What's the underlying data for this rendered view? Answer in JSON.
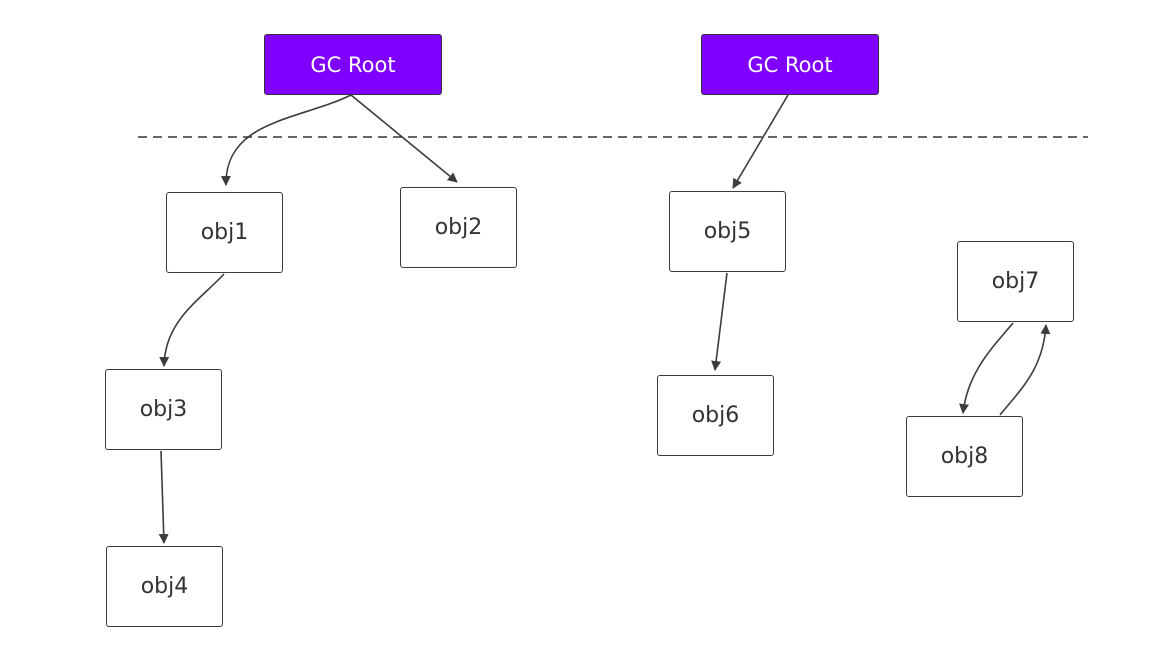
{
  "colors": {
    "root_fill": "#7f00ff",
    "root_text": "#ffffff",
    "node_border": "#3c3c3c",
    "edge": "#3c3c3c"
  },
  "divider": {
    "style": "dashed"
  },
  "nodes": {
    "root1": {
      "label": "GC Root"
    },
    "root2": {
      "label": "GC Root"
    },
    "obj1": {
      "label": "obj1"
    },
    "obj2": {
      "label": "obj2"
    },
    "obj3": {
      "label": "obj3"
    },
    "obj4": {
      "label": "obj4"
    },
    "obj5": {
      "label": "obj5"
    },
    "obj6": {
      "label": "obj6"
    },
    "obj7": {
      "label": "obj7"
    },
    "obj8": {
      "label": "obj8"
    }
  },
  "edges": [
    {
      "from": "GC Root (left)",
      "to": "obj1"
    },
    {
      "from": "GC Root (left)",
      "to": "obj2"
    },
    {
      "from": "GC Root (right)",
      "to": "obj5"
    },
    {
      "from": "obj1",
      "to": "obj3"
    },
    {
      "from": "obj3",
      "to": "obj4"
    },
    {
      "from": "obj5",
      "to": "obj6"
    },
    {
      "from": "obj7",
      "to": "obj8"
    },
    {
      "from": "obj8",
      "to": "obj7"
    }
  ]
}
